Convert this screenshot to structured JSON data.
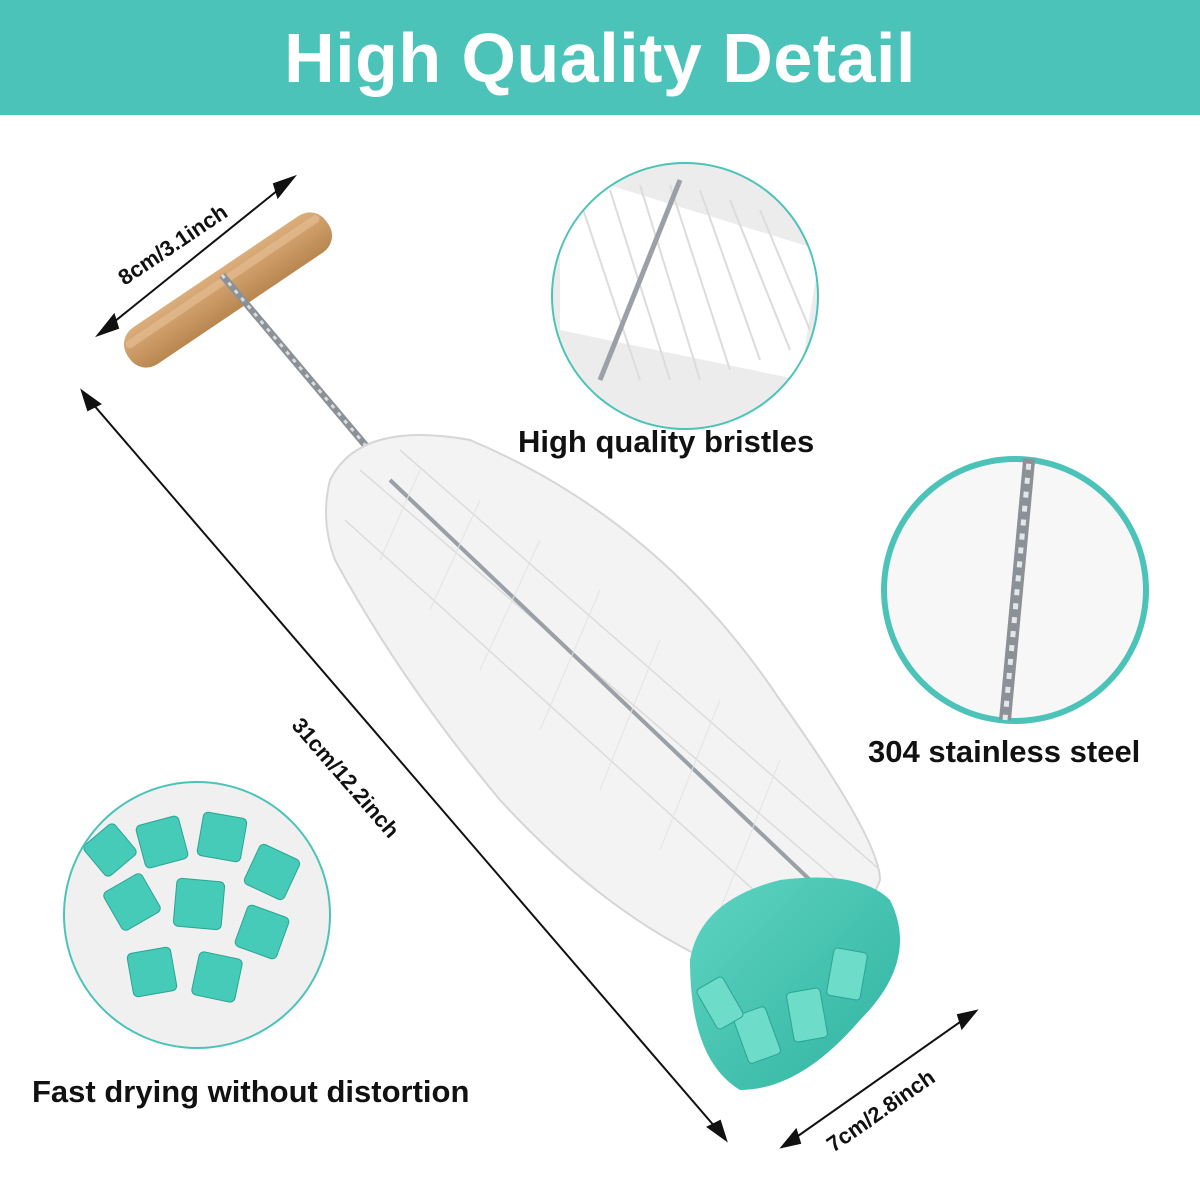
{
  "header": {
    "title": "High Quality Detail"
  },
  "colors": {
    "accent": "#4cc3b8",
    "sponge": "#3fc7b4",
    "bristle": "#f4f4f4",
    "wood": "#c99a68",
    "wire": "#9aa0a6"
  },
  "features": [
    {
      "label": "High quality bristles",
      "icon": "bristles-closeup"
    },
    {
      "label": "304 stainless steel",
      "icon": "twisted-wire-closeup"
    },
    {
      "label": "Fast drying without distortion",
      "icon": "sponge-closeup"
    }
  ],
  "dimensions": {
    "handle": "8cm/3.1inch",
    "length": "31cm/12.2inch",
    "width": "7cm/2.8inch"
  }
}
